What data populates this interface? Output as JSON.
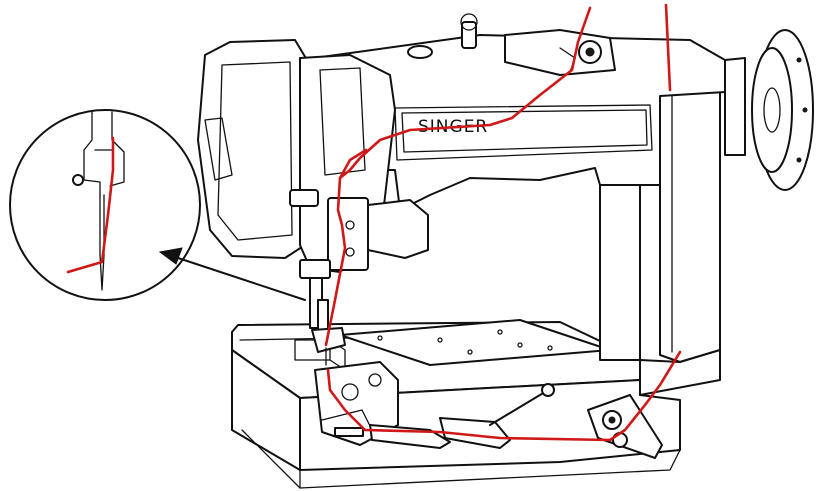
{
  "diagram": {
    "brand_label": "SINGER",
    "colors": {
      "ink": "#111111",
      "thread": "#d01818",
      "paper": "#ffffff"
    },
    "icons": [
      "sewing-machine-illustration",
      "magnified-needle-inset",
      "pointer-arrow"
    ]
  }
}
